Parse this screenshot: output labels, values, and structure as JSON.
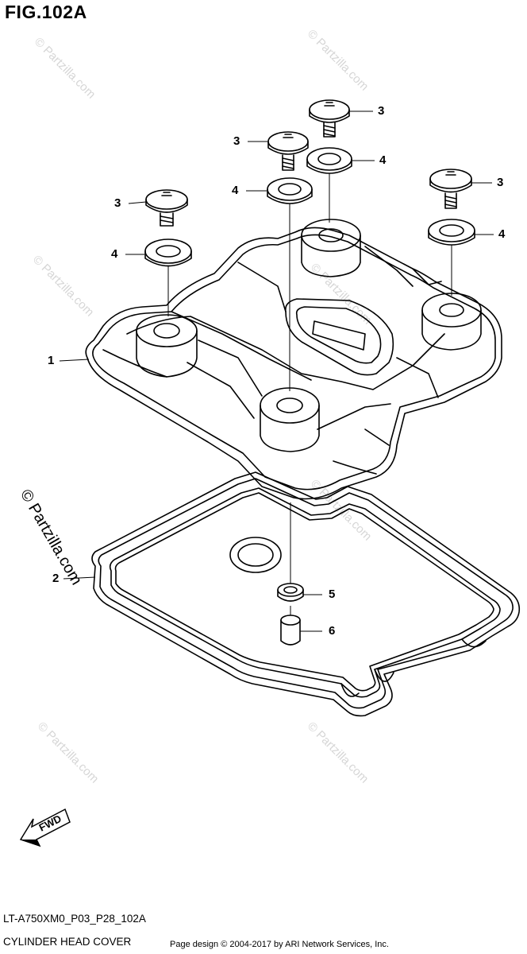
{
  "figure": {
    "title": "FIG.102A",
    "code": "LT-A750XM0_P03_P28_102A",
    "name": "CYLINDER HEAD COVER",
    "credit": "Page design © 2004-2017 by ARI Network Services, Inc."
  },
  "callouts": {
    "c1": "1",
    "c2": "2",
    "c3a": "3",
    "c3b": "3",
    "c3c": "3",
    "c3d": "3",
    "c4a": "4",
    "c4b": "4",
    "c4c": "4",
    "c4d": "4",
    "c5": "5",
    "c6": "6"
  },
  "direction": {
    "fwd": "FWD"
  },
  "watermark": {
    "text": "© Partzilla.com",
    "light": "© Partzilla.com"
  }
}
